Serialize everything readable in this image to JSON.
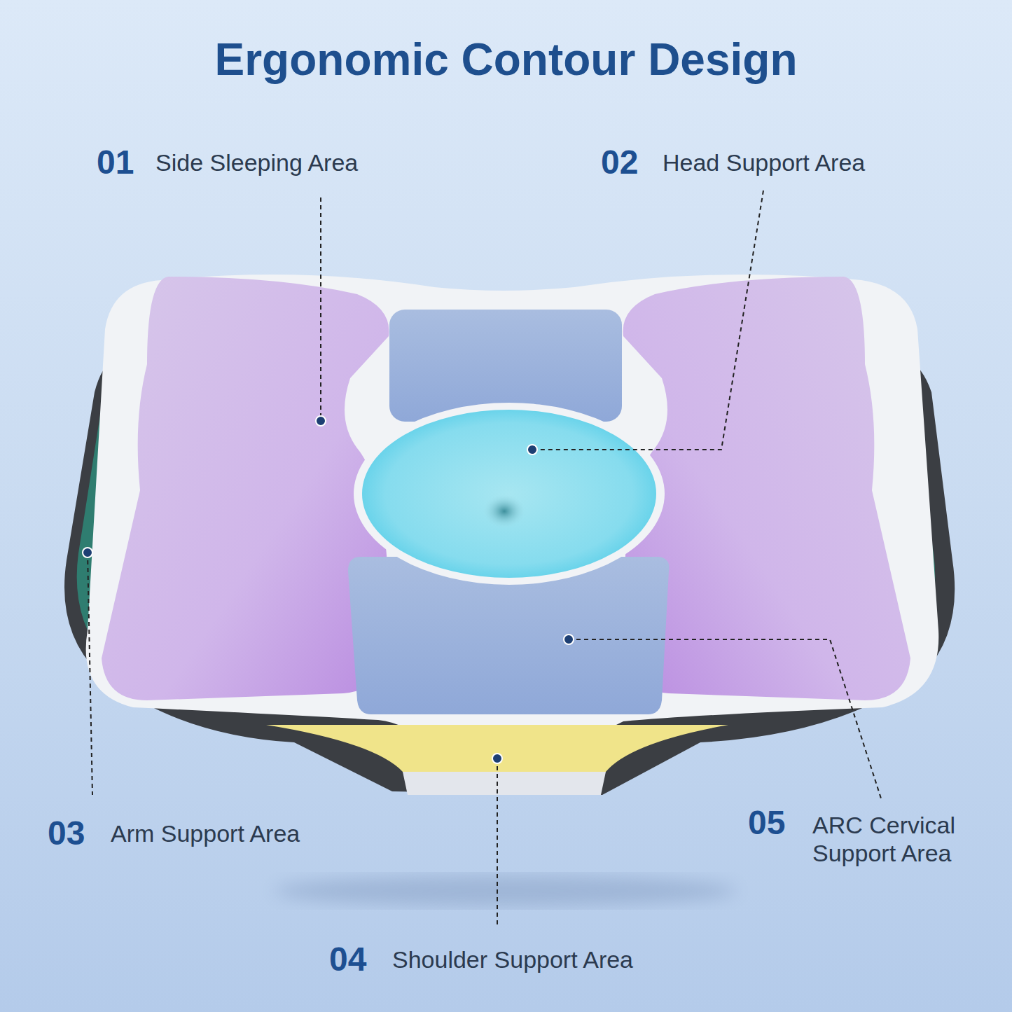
{
  "diagram": {
    "title": "Ergonomic Contour Design",
    "labels": [
      "01",
      "Side Sleeping Area",
      "02",
      "Head Support Area",
      "03",
      "Arm Support Area",
      "04",
      "Shoulder Support Area",
      "05",
      "ARC Cervical Support Area"
    ]
  }
}
